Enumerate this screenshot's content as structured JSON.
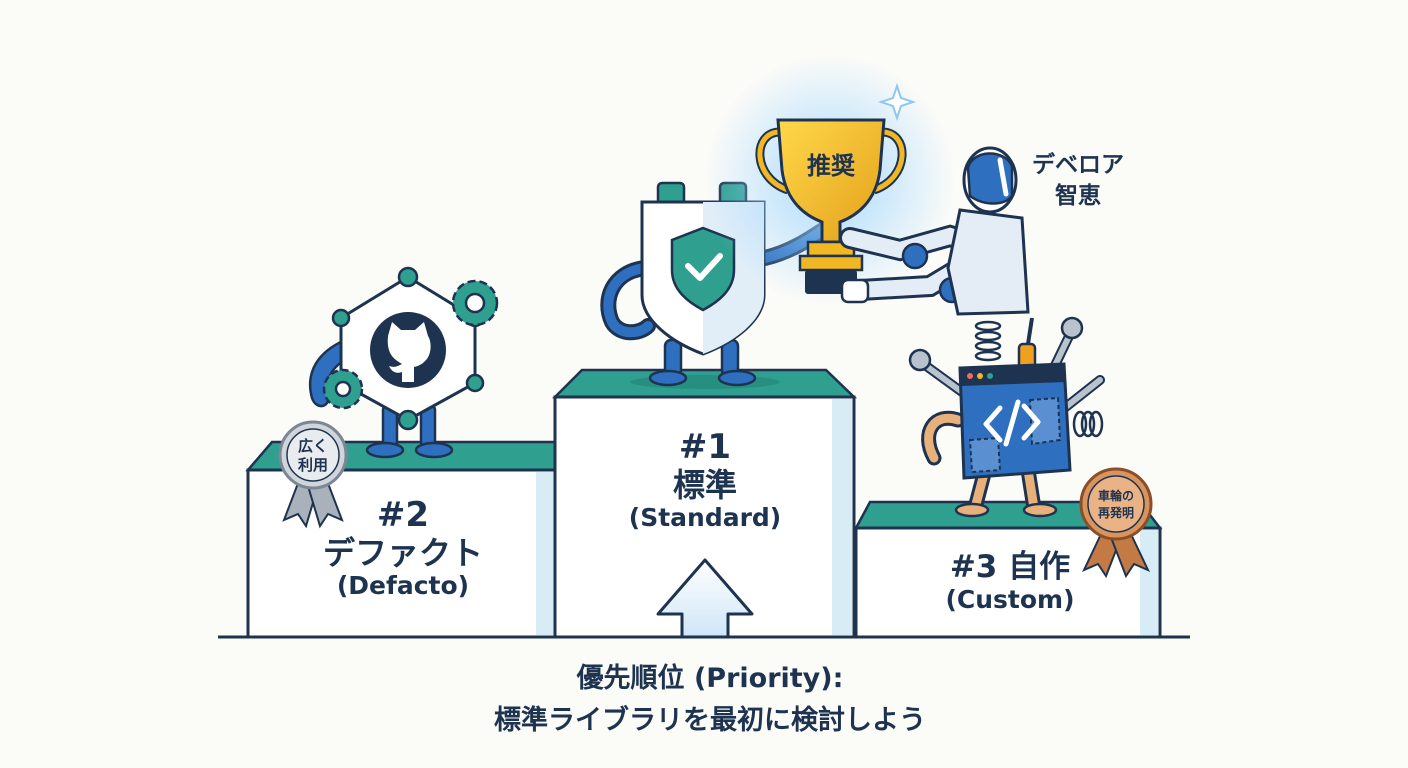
{
  "podium": {
    "first": {
      "rank": "#1",
      "name": "標準",
      "en": "(Standard)"
    },
    "second": {
      "rank": "#2",
      "name": "デファクト",
      "en": "(Defacto)"
    },
    "third": {
      "rank": "#3 自作",
      "en": "(Custom)"
    }
  },
  "trophy": {
    "label": "推奨"
  },
  "developer": {
    "line1": "デベロア",
    "line2": "智恵"
  },
  "badges": {
    "silver": {
      "line1": "広く",
      "line2": "利用"
    },
    "bronze": {
      "line1": "車輪の",
      "line2": "再発明"
    }
  },
  "caption": {
    "line1": "優先順位 (Priority):",
    "line2": "標準ライブラリを最初に検討しよう"
  },
  "colors": {
    "navy": "#1e3350",
    "teal": "#2fa08f",
    "blue": "#2e6fc0",
    "gold": "#f2b824",
    "silver": "#a9b1ba",
    "bronze": "#c47a45"
  },
  "icons": [
    "github-icon",
    "gear-icon",
    "shield-check-icon",
    "trophy-icon",
    "robot-arm-icon",
    "code-window-icon",
    "wrench-icon",
    "spring-icon",
    "arrow-up-icon",
    "sparkle-icon"
  ]
}
